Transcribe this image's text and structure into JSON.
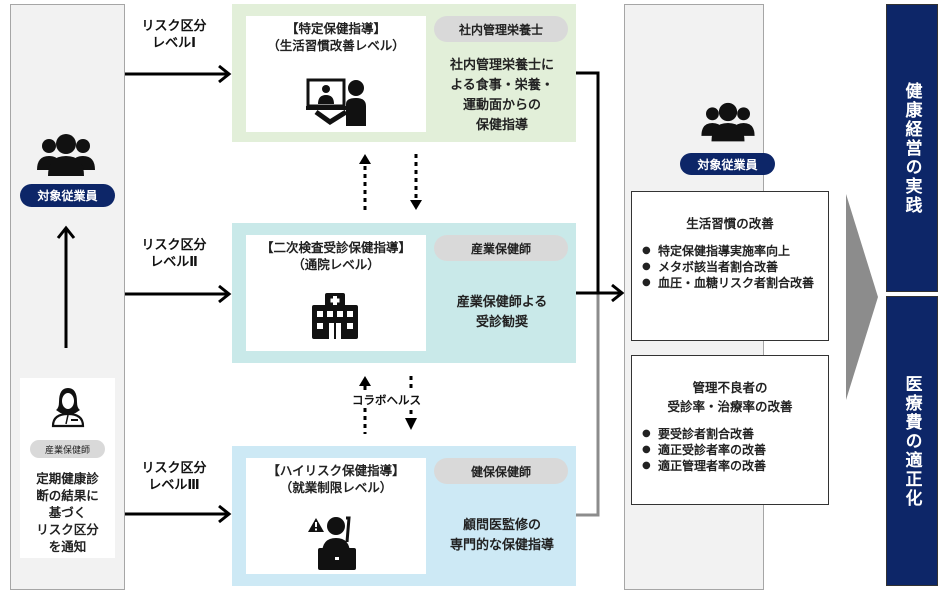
{
  "left": {
    "employees_badge": "対象従業員",
    "nurse_badge": "産業保健師",
    "notice_lines": [
      "定期健康診",
      "断の結果に",
      "基づく",
      "リスク区分",
      "を通知"
    ]
  },
  "risk_levels": [
    {
      "line1": "リスク区分",
      "line2": "レベルⅠ"
    },
    {
      "line1": "リスク区分",
      "line2": "レベルⅡ"
    },
    {
      "line1": "リスク区分",
      "line2": "レベルⅢ"
    }
  ],
  "programs": [
    {
      "title": "【特定保健指導】",
      "subtitle": "（生活習慣改善レベル）",
      "icon": "video-consultation-icon",
      "role": "社内管理栄養士",
      "desc_lines": [
        "社内管理栄養士に",
        "よる食事・栄養・",
        "運動面からの",
        "保健指導"
      ]
    },
    {
      "title": "【二次検査受診保健指導】",
      "subtitle": "（通院レベル）",
      "icon": "hospital-icon",
      "role": "産業保健師",
      "desc_lines": [
        "産業保健師よる",
        "受診勧奨"
      ]
    },
    {
      "title": "【ハイリスク保健指導】",
      "subtitle": "（就業制限レベル）",
      "icon": "high-risk-consultation-icon",
      "role": "健保保健師",
      "desc_lines": [
        "顧問医監修の",
        "専門的な保健指導"
      ]
    }
  ],
  "collab_label": "コラボヘルス",
  "right": {
    "employees_badge": "対象従業員",
    "outcomes": [
      {
        "title_lines": [
          "生活習慣の改善"
        ],
        "items": [
          "特定保健指導実施率向上",
          "メタボ該当者割合改善",
          "血圧・血糖リスク者割合改善"
        ]
      },
      {
        "title_lines": [
          "管理不良者の",
          "受診率・治療率の改善"
        ],
        "items": [
          "要受診者割合改善",
          "適正受診者率の改善",
          "適正管理者率の改善"
        ]
      }
    ]
  },
  "goals": [
    "健康経営の実践",
    "医療費の適正化"
  ],
  "colors": {
    "navy": "#0d2668",
    "green_box": "#e2efd9",
    "teal_box": "#c9e9e9",
    "blue_box": "#cde9f5",
    "panel_gray": "#f2f2f2",
    "chevron_gray": "#8c8c8c"
  }
}
